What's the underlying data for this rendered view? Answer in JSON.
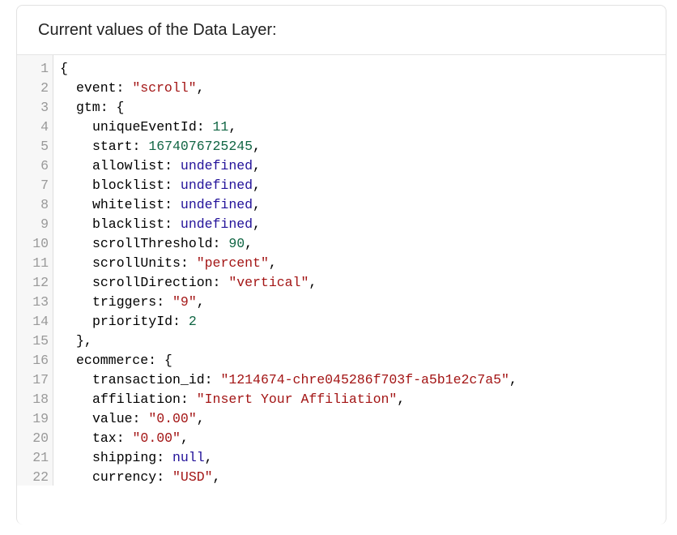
{
  "title": "Current values of the Data Layer:",
  "colors": {
    "string": "#a31515",
    "number": "#116644",
    "keyword": "#221199"
  },
  "lines": [
    {
      "n": "1",
      "indent": 0,
      "key": "",
      "value": "{",
      "type": "plain",
      "suffix": ""
    },
    {
      "n": "2",
      "indent": 1,
      "key": "event: ",
      "value": "\"scroll\"",
      "type": "s",
      "suffix": ","
    },
    {
      "n": "3",
      "indent": 1,
      "key": "gtm: ",
      "value": "{",
      "type": "plain",
      "suffix": ""
    },
    {
      "n": "4",
      "indent": 2,
      "key": "uniqueEventId: ",
      "value": "11",
      "type": "n",
      "suffix": ","
    },
    {
      "n": "5",
      "indent": 2,
      "key": "start: ",
      "value": "1674076725245",
      "type": "n",
      "suffix": ","
    },
    {
      "n": "6",
      "indent": 2,
      "key": "allowlist: ",
      "value": "undefined",
      "type": "k",
      "suffix": ","
    },
    {
      "n": "7",
      "indent": 2,
      "key": "blocklist: ",
      "value": "undefined",
      "type": "k",
      "suffix": ","
    },
    {
      "n": "8",
      "indent": 2,
      "key": "whitelist: ",
      "value": "undefined",
      "type": "k",
      "suffix": ","
    },
    {
      "n": "9",
      "indent": 2,
      "key": "blacklist: ",
      "value": "undefined",
      "type": "k",
      "suffix": ","
    },
    {
      "n": "10",
      "indent": 2,
      "key": "scrollThreshold: ",
      "value": "90",
      "type": "n",
      "suffix": ","
    },
    {
      "n": "11",
      "indent": 2,
      "key": "scrollUnits: ",
      "value": "\"percent\"",
      "type": "s",
      "suffix": ","
    },
    {
      "n": "12",
      "indent": 2,
      "key": "scrollDirection: ",
      "value": "\"vertical\"",
      "type": "s",
      "suffix": ","
    },
    {
      "n": "13",
      "indent": 2,
      "key": "triggers: ",
      "value": "\"9\"",
      "type": "s",
      "suffix": ","
    },
    {
      "n": "14",
      "indent": 2,
      "key": "priorityId: ",
      "value": "2",
      "type": "n",
      "suffix": ""
    },
    {
      "n": "15",
      "indent": 1,
      "key": "",
      "value": "},",
      "type": "plain",
      "suffix": ""
    },
    {
      "n": "16",
      "indent": 1,
      "key": "ecommerce: ",
      "value": "{",
      "type": "plain",
      "suffix": ""
    },
    {
      "n": "17",
      "indent": 2,
      "key": "transaction_id: ",
      "value": "\"1214674-chre045286f703f-a5b1e2c7a5\"",
      "type": "s",
      "suffix": ","
    },
    {
      "n": "18",
      "indent": 2,
      "key": "affiliation: ",
      "value": "\"Insert Your Affiliation\"",
      "type": "s",
      "suffix": ","
    },
    {
      "n": "19",
      "indent": 2,
      "key": "value: ",
      "value": "\"0.00\"",
      "type": "s",
      "suffix": ","
    },
    {
      "n": "20",
      "indent": 2,
      "key": "tax: ",
      "value": "\"0.00\"",
      "type": "s",
      "suffix": ","
    },
    {
      "n": "21",
      "indent": 2,
      "key": "shipping: ",
      "value": "null",
      "type": "k",
      "suffix": ","
    },
    {
      "n": "22",
      "indent": 2,
      "key": "currency: ",
      "value": "\"USD\"",
      "type": "s",
      "suffix": ","
    }
  ]
}
